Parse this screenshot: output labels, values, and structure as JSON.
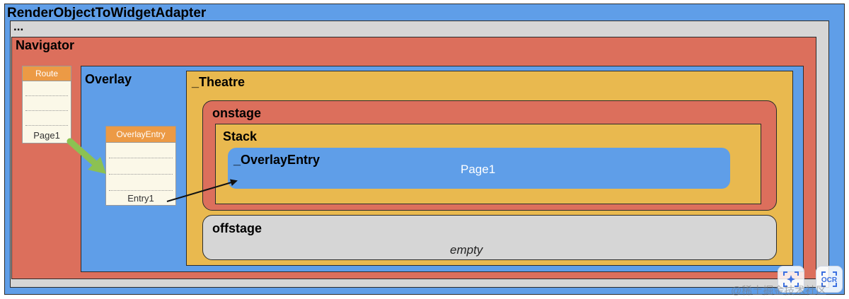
{
  "diagram": {
    "root_label": "RenderObjectToWidgetAdapter",
    "ellipsis_label": "...",
    "navigator_label": "Navigator",
    "overlay_label": "Overlay",
    "theatre_label": "_Theatre",
    "onstage_label": "onstage",
    "stack_label": "Stack",
    "overlay_entry_label": "_OverlayEntry",
    "overlay_entry_content": "Page1",
    "offstage_label": "offstage",
    "offstage_content": "empty",
    "route_table": {
      "header": "Route",
      "last_row": "Page1"
    },
    "entry_table": {
      "header": "OverlayEntry",
      "last_row": "Entry1"
    },
    "colors": {
      "blue": "#5f9ee8",
      "red": "#dc6f5c",
      "yellow": "#e9b94f",
      "gray": "#d6d6d6",
      "orange_header": "#ec9a45",
      "green_arrow": "#8cc152"
    }
  },
  "watermark": {
    "text": "@稀土掘金技术社区",
    "buttons": [
      "ai-screenshot-icon",
      "ocr-icon"
    ],
    "ocr_text": "OCR"
  }
}
